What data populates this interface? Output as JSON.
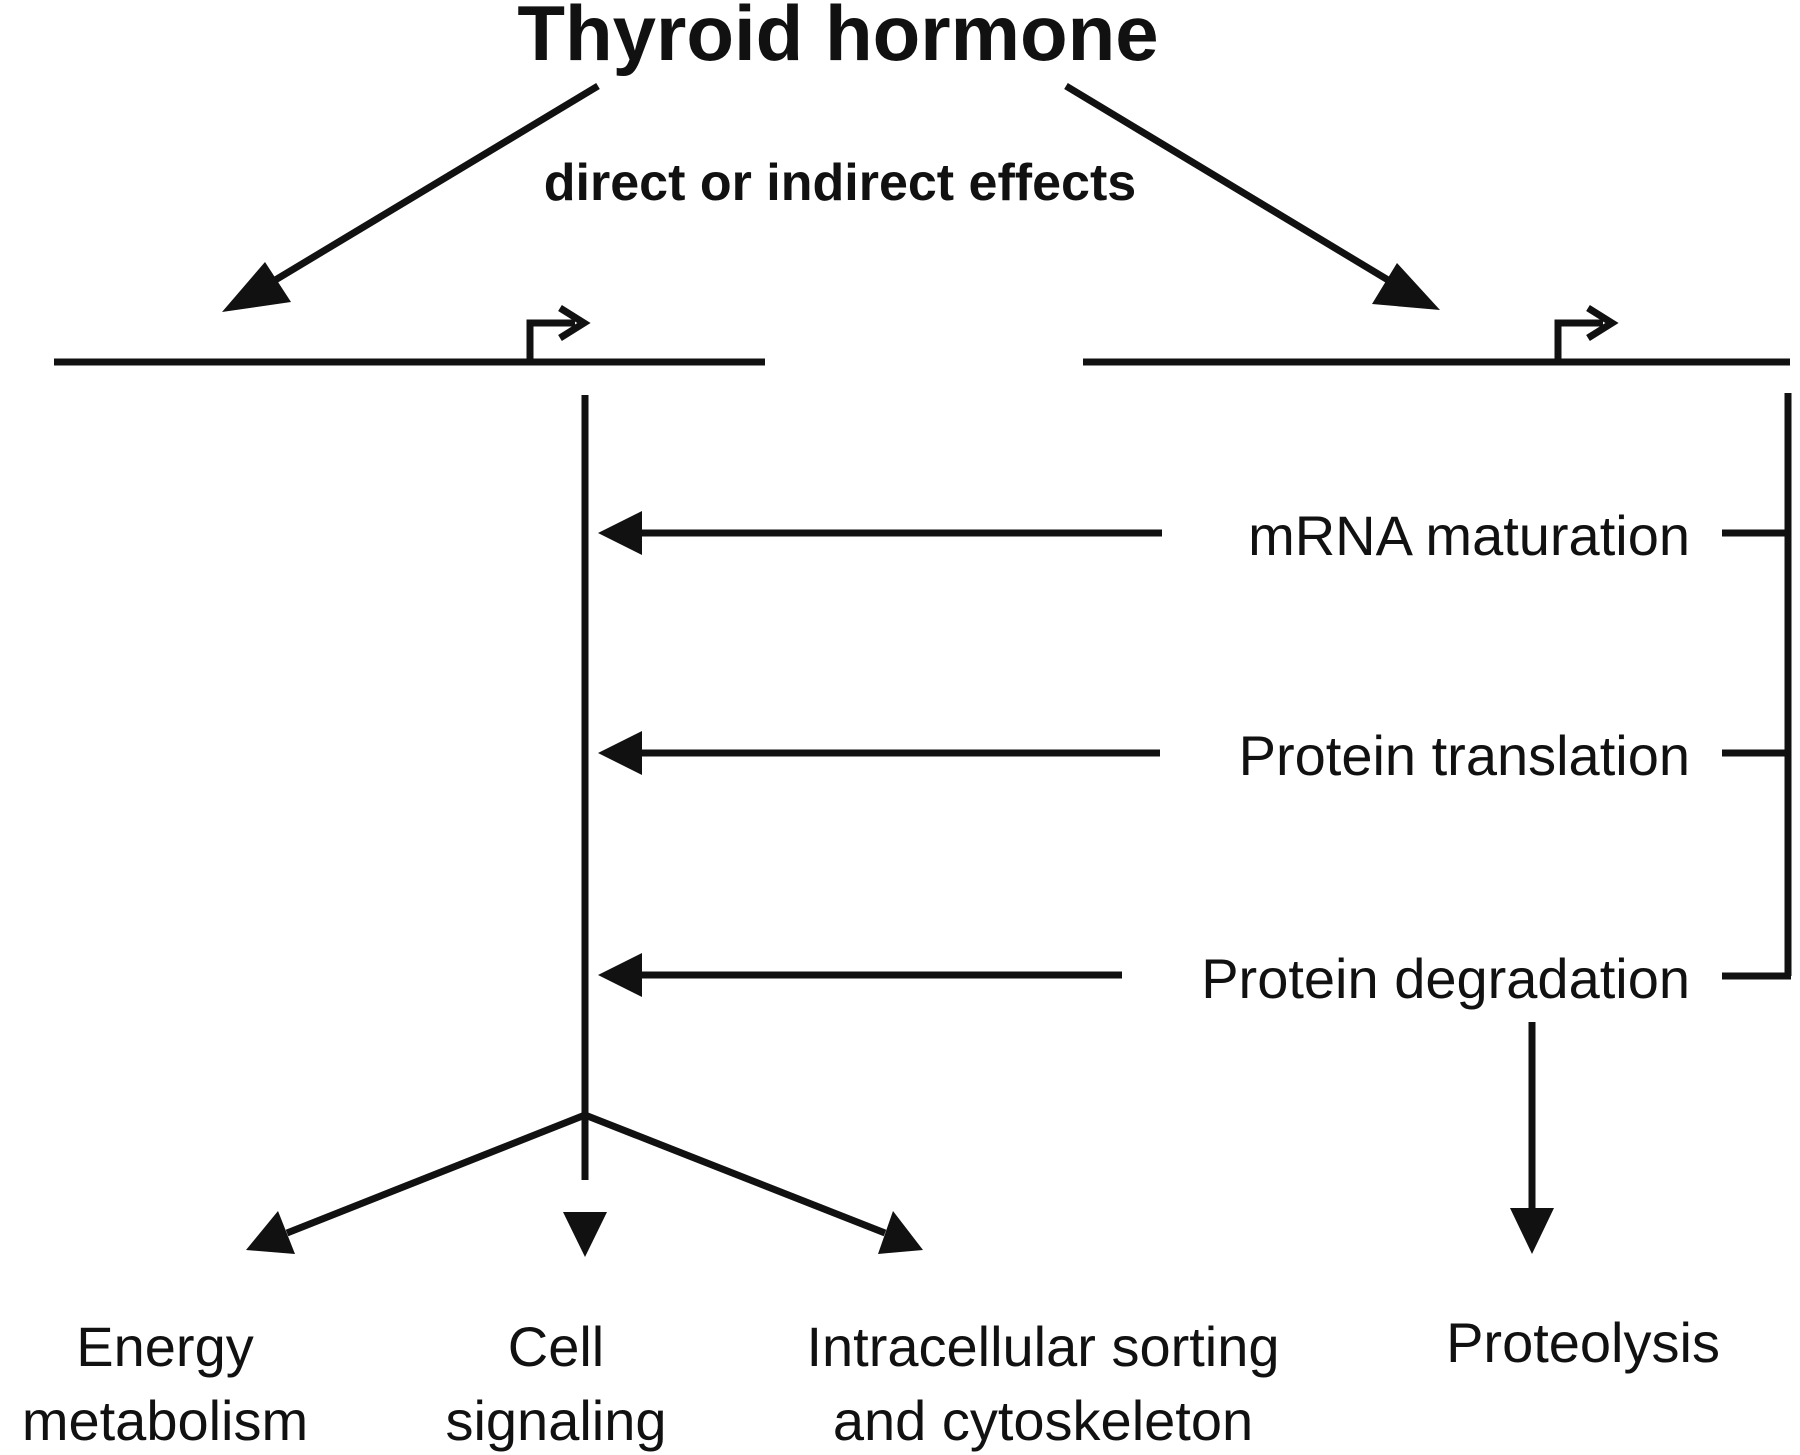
{
  "title": "Thyroid hormone",
  "subtitle": "direct or indirect effects",
  "processes": [
    {
      "label": "mRNA maturation"
    },
    {
      "label": "Protein translation"
    },
    {
      "label": "Protein degradation"
    }
  ],
  "outcomes": [
    {
      "line1": "Energy",
      "line2": "metabolism"
    },
    {
      "line1": "Cell",
      "line2": "signaling"
    },
    {
      "line1": "Intracellular sorting",
      "line2": "and cytoskeleton"
    },
    {
      "line1": "Proteolysis",
      "line2": ""
    }
  ],
  "colors": {
    "ink": "#111111",
    "background": "#ffffff"
  }
}
